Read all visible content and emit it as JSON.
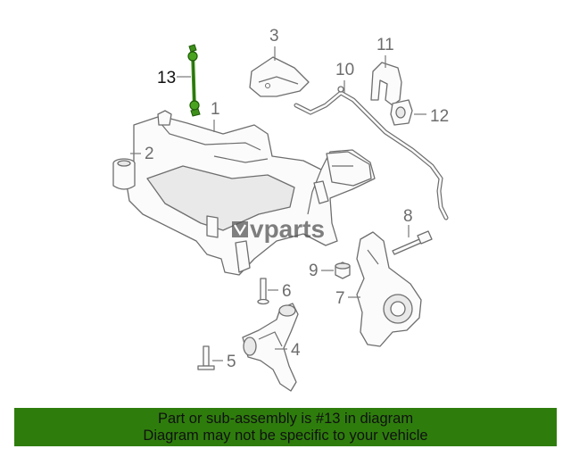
{
  "callouts": {
    "c1": "1",
    "c2": "2",
    "c3": "3",
    "c4": "4",
    "c5": "5",
    "c6": "6",
    "c7": "7",
    "c8": "8",
    "c9": "9",
    "c10": "10",
    "c11": "11",
    "c12": "12",
    "c13": "13"
  },
  "highlighted_part": "13",
  "watermark": {
    "prefix": "v",
    "suffix": "parts"
  },
  "banner": {
    "line1": "Part or sub-assembly is #13 in diagram",
    "line2": "Diagram may not be specific to your vehicle",
    "background": "#2e7d0c"
  },
  "colors": {
    "highlight": "#3d8f1a",
    "linework": "#6e6e6e"
  }
}
